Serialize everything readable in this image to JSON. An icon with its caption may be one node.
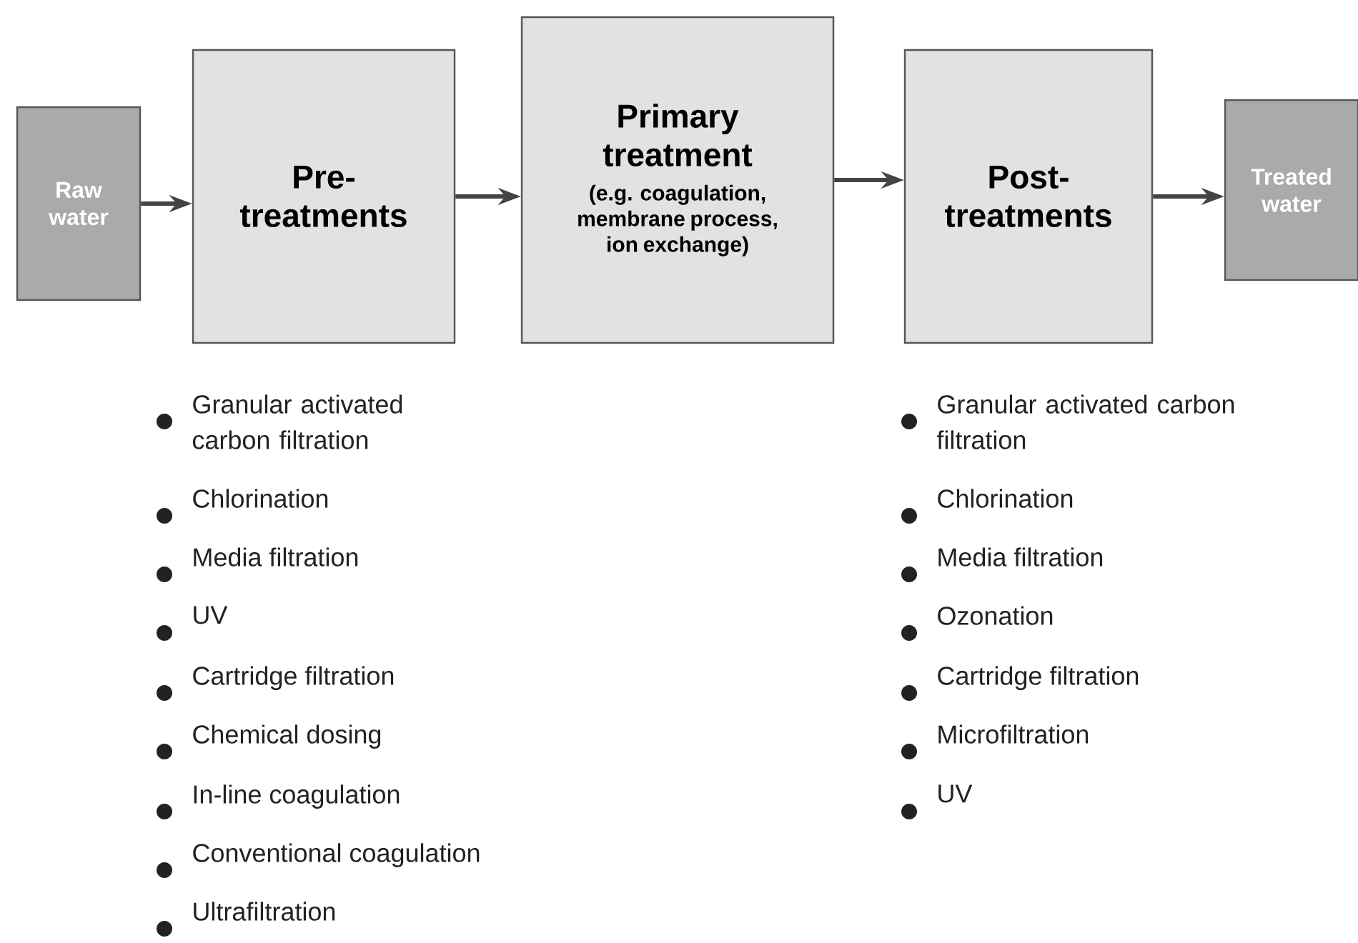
{
  "diagram": {
    "nodes": [
      {
        "text": [
          "Raw water"
        ]
      },
      {
        "text": [
          "Pre-treatments"
        ]
      },
      {
        "text": [
          "Primary treatment",
          "(e.g. coagulation, membrane process, ion exchange)"
        ]
      },
      {
        "text": [
          "Post-treatments"
        ]
      },
      {
        "text": [
          "Treated water"
        ]
      }
    ],
    "edges": [
      {
        "from": 0,
        "to": 1,
        "arrow": "to"
      },
      {
        "from": 1,
        "to": 2,
        "arrow": "to"
      },
      {
        "from": 2,
        "to": 3,
        "arrow": "to"
      },
      {
        "from": 3,
        "to": 4,
        "arrow": "to"
      }
    ],
    "labels": [
      "Granular activated carbon filtration",
      "Chlorination",
      "Media filtration",
      "UV",
      "Cartridge filtration",
      "Chemical dosing",
      "In-line coagulation",
      "Conventional coagulation",
      "Ultrafiltration",
      "Granular activated carbon filtration",
      "Chlorination",
      "Media filtration",
      "Ozonation",
      "Cartridge filtration",
      "Microfiltration",
      "UV"
    ]
  }
}
